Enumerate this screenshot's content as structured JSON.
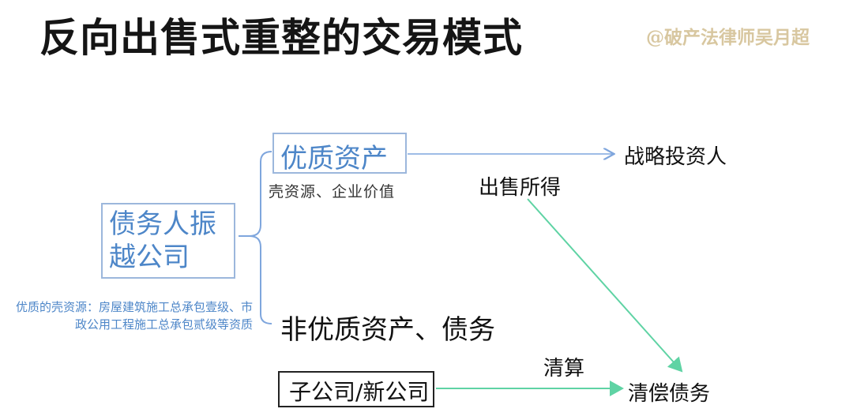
{
  "header": {
    "title": "反向出售式重整的交易模式",
    "watermark": "@破产法律师吴月超"
  },
  "diagram": {
    "debtor": {
      "label": "债务人振越公司"
    },
    "quality_assets": {
      "label": "优质资产",
      "note": "壳资源、企业价值"
    },
    "shell_desc": {
      "text": "优质的壳资源：房屋建筑施工总承包壹级、市政公用工程施工总承包贰级等资质"
    },
    "non_quality": {
      "label": "非优质资产、债务"
    },
    "subsidiary": {
      "label": "子公司/新公司"
    },
    "investor": {
      "label": "战略投资人"
    },
    "proceeds": {
      "label": "出售所得"
    },
    "liquidation": {
      "label": "清算"
    },
    "repay": {
      "label": "清偿债务"
    },
    "colors": {
      "blue_line": "#7fa6dd",
      "green_arrow": "#5fd3a4",
      "blue_text": "#4d86c8",
      "box_border": "#9cb7dc"
    }
  }
}
